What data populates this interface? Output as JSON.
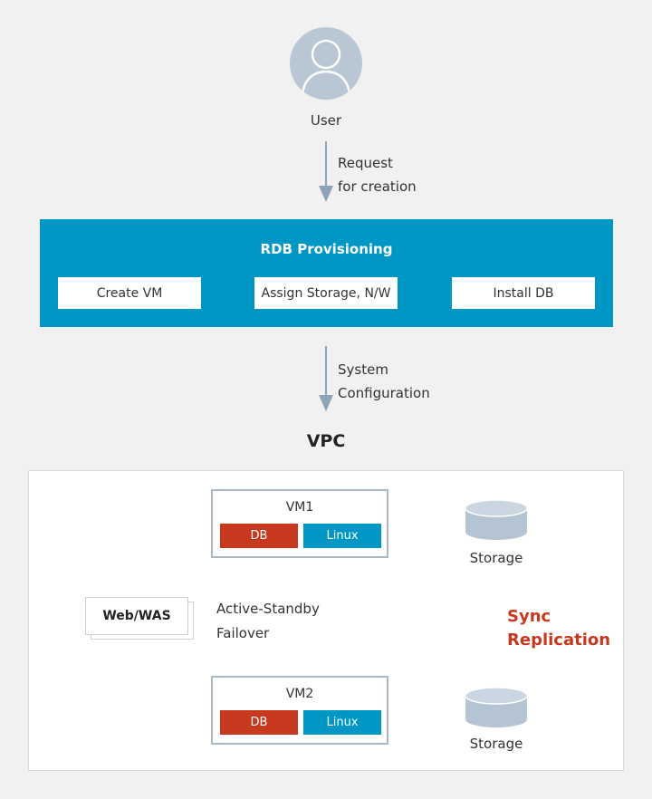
{
  "user": {
    "label": "User",
    "icon": "user-avatar-icon"
  },
  "request": {
    "line1": "Request",
    "line2": "for creation"
  },
  "provisioning": {
    "title": "RDB Provisioning",
    "steps": [
      "Create VM",
      "Assign Storage, N/W",
      "Install DB"
    ]
  },
  "system": {
    "line1": "System",
    "line2": "Configuration"
  },
  "vpc": {
    "title": "VPC",
    "vm1": {
      "name": "VM1",
      "db": "DB",
      "os": "Linux"
    },
    "vm2": {
      "name": "VM2",
      "db": "DB",
      "os": "Linux"
    },
    "webwas": "Web/WAS",
    "failover": {
      "line1": "Active-Standby",
      "line2": "Failover"
    },
    "storage1": "Storage",
    "storage2": "Storage",
    "sync": {
      "line1": "Sync",
      "line2": "Replication"
    }
  },
  "colors": {
    "blue": "#0097c4",
    "red": "#c7381f",
    "gray": "#aab8c5",
    "avatar": "#b9c6d3"
  }
}
